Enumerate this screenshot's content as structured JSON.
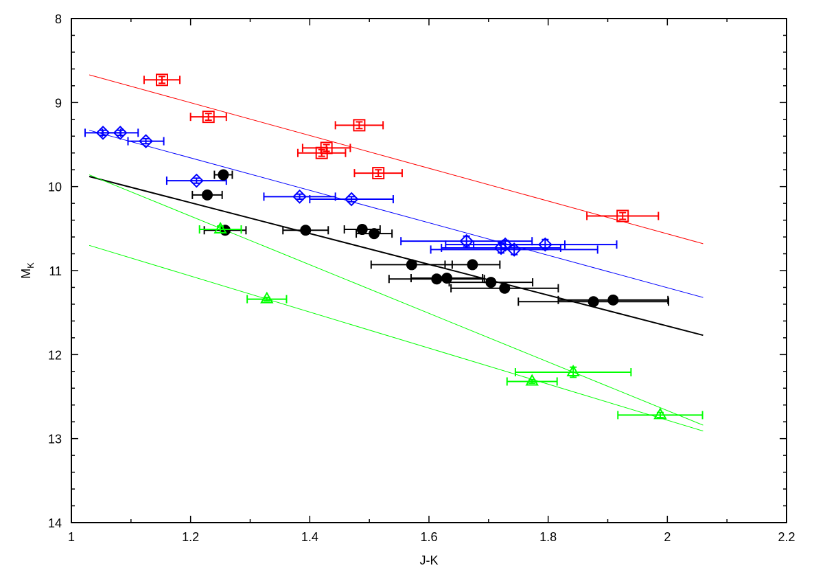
{
  "chart_data": {
    "type": "scatter",
    "title": "",
    "xlabel": "J-K",
    "ylabel": "M_K",
    "ylabel_main": "M",
    "ylabel_sub": "K",
    "xlim": [
      1,
      2.2
    ],
    "ylim": [
      14,
      8
    ],
    "y_inverted": true,
    "grid": false,
    "legend": "none",
    "x_ticks": [
      1,
      1.2,
      1.4,
      1.6,
      1.8,
      2,
      2.2
    ],
    "x_tick_labels": [
      "1",
      "1.2",
      "1.4",
      "1.6",
      "1.8",
      "2",
      "2.2"
    ],
    "y_ticks": [
      8,
      9,
      10,
      11,
      12,
      13,
      14
    ],
    "y_tick_labels": [
      "8",
      "9",
      "10",
      "11",
      "12",
      "13",
      "14"
    ],
    "series": [
      {
        "name": "red-squares",
        "color": "#ff0000",
        "marker": "square",
        "points": [
          {
            "x": 1.152,
            "y": 8.73,
            "xerr": 0.03,
            "yerr": 0.04
          },
          {
            "x": 1.23,
            "y": 9.17,
            "xerr": 0.03,
            "yerr": 0.04
          },
          {
            "x": 1.483,
            "y": 9.27,
            "xerr": 0.04,
            "yerr": 0.04
          },
          {
            "x": 1.428,
            "y": 9.54,
            "xerr": 0.04,
            "yerr": 0.04
          },
          {
            "x": 1.42,
            "y": 9.6,
            "xerr": 0.04,
            "yerr": 0.04
          },
          {
            "x": 1.515,
            "y": 9.84,
            "xerr": 0.04,
            "yerr": 0.04
          },
          {
            "x": 1.925,
            "y": 10.35,
            "xerr": 0.06,
            "yerr": 0.04
          }
        ],
        "fit_line": {
          "x0": 1.03,
          "y0": 8.67,
          "x1": 2.06,
          "y1": 10.68,
          "width": 1
        }
      },
      {
        "name": "blue-diamonds",
        "color": "#0000ff",
        "marker": "diamond",
        "points": [
          {
            "x": 1.053,
            "y": 9.36,
            "xerr": 0.03,
            "yerr": 0.03
          },
          {
            "x": 1.082,
            "y": 9.36,
            "xerr": 0.03,
            "yerr": 0.03
          },
          {
            "x": 1.125,
            "y": 9.46,
            "xerr": 0.03,
            "yerr": 0.03
          },
          {
            "x": 1.21,
            "y": 9.93,
            "xerr": 0.05,
            "yerr": 0.03
          },
          {
            "x": 1.383,
            "y": 10.12,
            "xerr": 0.06,
            "yerr": 0.03
          },
          {
            "x": 1.47,
            "y": 10.15,
            "xerr": 0.07,
            "yerr": 0.03
          },
          {
            "x": 1.663,
            "y": 10.65,
            "xerr": 0.11,
            "yerr": 0.06
          },
          {
            "x": 1.728,
            "y": 10.69,
            "xerr": 0.1,
            "yerr": 0.05
          },
          {
            "x": 1.721,
            "y": 10.73,
            "xerr": 0.1,
            "yerr": 0.06
          },
          {
            "x": 1.743,
            "y": 10.75,
            "xerr": 0.14,
            "yerr": 0.06
          },
          {
            "x": 1.795,
            "y": 10.69,
            "xerr": 0.12,
            "yerr": 0.06
          }
        ],
        "fit_line": {
          "x0": 1.03,
          "y0": 9.33,
          "x1": 2.06,
          "y1": 11.32,
          "width": 1
        }
      },
      {
        "name": "black-circles",
        "color": "#000000",
        "marker": "filled-circle",
        "points": [
          {
            "x": 1.255,
            "y": 9.86,
            "xerr": 0.015,
            "yerr": 0
          },
          {
            "x": 1.228,
            "y": 10.1,
            "xerr": 0.025,
            "yerr": 0
          },
          {
            "x": 1.258,
            "y": 10.52,
            "xerr": 0.035,
            "yerr": 0
          },
          {
            "x": 1.393,
            "y": 10.52,
            "xerr": 0.038,
            "yerr": 0
          },
          {
            "x": 1.488,
            "y": 10.51,
            "xerr": 0.03,
            "yerr": 0
          },
          {
            "x": 1.508,
            "y": 10.56,
            "xerr": 0.03,
            "yerr": 0
          },
          {
            "x": 1.571,
            "y": 10.93,
            "xerr": 0.068,
            "yerr": 0
          },
          {
            "x": 1.673,
            "y": 10.93,
            "xerr": 0.046,
            "yerr": 0
          },
          {
            "x": 1.613,
            "y": 11.1,
            "xerr": 0.08,
            "yerr": 0
          },
          {
            "x": 1.63,
            "y": 11.09,
            "xerr": 0.06,
            "yerr": 0
          },
          {
            "x": 1.704,
            "y": 11.14,
            "xerr": 0.07,
            "yerr": 0
          },
          {
            "x": 1.727,
            "y": 11.21,
            "xerr": 0.09,
            "yerr": 0
          },
          {
            "x": 1.876,
            "y": 11.37,
            "xerr": 0.126,
            "yerr": 0
          },
          {
            "x": 1.909,
            "y": 11.35,
            "xerr": 0.092,
            "yerr": 0
          }
        ],
        "fit_line": {
          "x0": 1.03,
          "y0": 9.88,
          "x1": 2.06,
          "y1": 11.77,
          "width": 2
        }
      },
      {
        "name": "green-triangles",
        "color": "#00ff00",
        "marker": "triangle",
        "points": [
          {
            "x": 1.25,
            "y": 10.51,
            "xerr": 0.035,
            "yerr": 0.04
          },
          {
            "x": 1.328,
            "y": 11.34,
            "xerr": 0.033,
            "yerr": 0.02
          },
          {
            "x": 1.842,
            "y": 12.21,
            "xerr": 0.097,
            "yerr": 0.06
          },
          {
            "x": 1.773,
            "y": 12.32,
            "xerr": 0.042,
            "yerr": 0.02
          },
          {
            "x": 1.988,
            "y": 12.72,
            "xerr": 0.071,
            "yerr": 0.03
          }
        ],
        "fit_lines": [
          {
            "x0": 1.03,
            "y0": 9.86,
            "x1": 2.06,
            "y1": 12.84,
            "width": 1
          },
          {
            "x0": 1.03,
            "y0": 10.7,
            "x1": 2.06,
            "y1": 12.91,
            "width": 1
          }
        ]
      }
    ]
  }
}
